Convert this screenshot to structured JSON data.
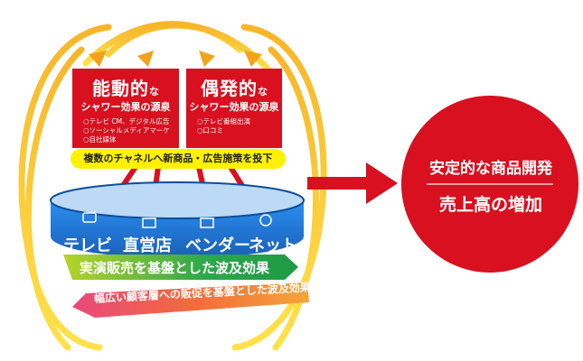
{
  "source_left": {
    "title_main": "能動的",
    "title_suffix": "な",
    "subtitle": "シャワー効果の源泉",
    "items": [
      "○テレビ CM、デジタル広告",
      "○ソーシャルメディアマーケ",
      "○自社媒体"
    ]
  },
  "source_right": {
    "title_main": "偶発的",
    "title_suffix": "な",
    "subtitle": "シャワー効果の源泉",
    "items": [
      "○テレビ番組出演",
      "○口コミ"
    ]
  },
  "banner": "複数のチャネルへ新商品・広告施策を投下",
  "channels": [
    "テレビ",
    "直営店",
    "ベンダー",
    "ネット"
  ],
  "ribbon_top": "実演販売を基盤とした波及効果",
  "ribbon_bottom": "幅広い顧客層への販促を基盤とした波及効果",
  "result": {
    "line1": "安定的な商品開発",
    "line2": "売上高の増加"
  },
  "colors": {
    "red": "#d8101f",
    "yellow": "#fff200",
    "blue": "#1f6cc4",
    "green": "#3fae49",
    "orange": "#f39c1f"
  }
}
